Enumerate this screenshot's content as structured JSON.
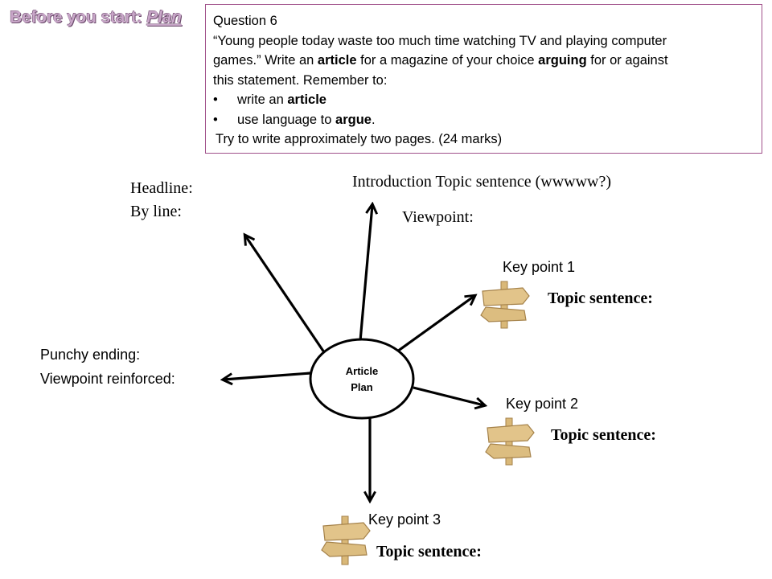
{
  "header": {
    "title_prefix": "Before you start: ",
    "title_emphasis": "Plan"
  },
  "question": {
    "heading": "Question  6",
    "line1": "“Young people today waste too much time watching TV and playing computer",
    "line2_a": "games.”  Write an ",
    "line2_b": "article",
    "line2_c": " for a magazine of your choice ",
    "line2_d": "arguing",
    "line2_e": " for or against",
    "line3": "this statement. Remember to:",
    "bullet1_a": "write an ",
    "bullet1_b": "article",
    "bullet2_a": "use language to ",
    "bullet2_b": "argue",
    "bullet2_c": ".",
    "closing": "Try to write approximately two pages. (24 marks)",
    "bullet_symbol": "•"
  },
  "diagram": {
    "center_line1": "Article",
    "center_line2": "Plan",
    "headline": "Headline:",
    "byline": "By line:",
    "introduction": "Introduction Topic sentence (wwwww?)",
    "viewpoint": "Viewpoint:",
    "ending_line1": "Punchy ending:",
    "ending_line2": "Viewpoint reinforced:",
    "key_points": [
      {
        "label": "Key point 1",
        "topic": "Topic sentence:"
      },
      {
        "label": "Key point 2",
        "topic": "Topic sentence:"
      },
      {
        "label": "Key point 3",
        "topic": "Topic sentence:"
      }
    ],
    "signpost_color": "#e2c48a",
    "signpost_outline": "#a5824a"
  }
}
